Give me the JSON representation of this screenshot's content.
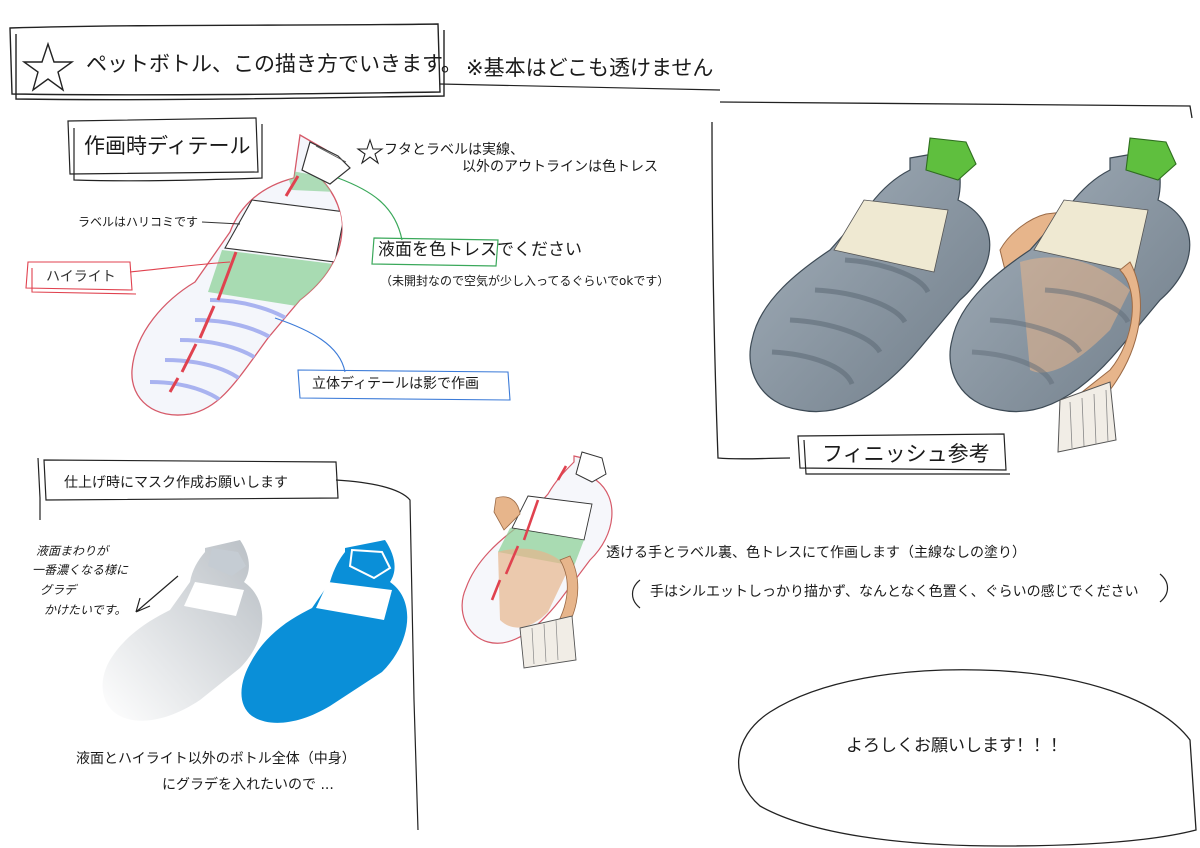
{
  "header": {
    "title": "ペットボトル、この描き方でいきます。",
    "note": "※基本はどこも透けません"
  },
  "detail_section": {
    "heading": "作画時ディテール",
    "cap_note_line1": "フタとラベルは実線、",
    "cap_note_line2": "以外のアウトラインは色トレス",
    "label_note": "ラベルはハリコミです",
    "highlight_label": "ハイライト",
    "liquid_label": "液面を色トレスでください",
    "liquid_sub": "（未開封なので空気が少し入ってるぐらいでokです）",
    "shadow_label": "立体ディテールは影で作画"
  },
  "finish_section": {
    "heading": "フィニッシュ参考"
  },
  "mask_section": {
    "heading": "仕上げ時にマスク作成お願いします",
    "handwritten_lines": [
      "液面まわりが",
      "一番濃くなる様に",
      "グラデ",
      "かけたいです。"
    ],
    "caption_line1": "液面とハイライト以外のボトル全体（中身）",
    "caption_line2": "にグラデを入れたいので ..."
  },
  "hand_section": {
    "line1": "透ける手とラベル裏、色トレスにて作画します（主線なしの塗り）",
    "line2": "手はシルエットしっかり描かず、なんとなく色置く、ぐらいの感じでください"
  },
  "closing": {
    "text": "よろしくお願いします！！！"
  },
  "colors": {
    "liquid_green": "#8fd19a",
    "highlight_red": "#e0424f",
    "shadow_blue": "#a9b3f0",
    "mask_blue": "#0a8fd8",
    "cap_green": "#5fbf3e",
    "bottle_gray": "#8a97a3",
    "label_cream": "#efe9d2",
    "hand_skin": "#e7b58b"
  }
}
